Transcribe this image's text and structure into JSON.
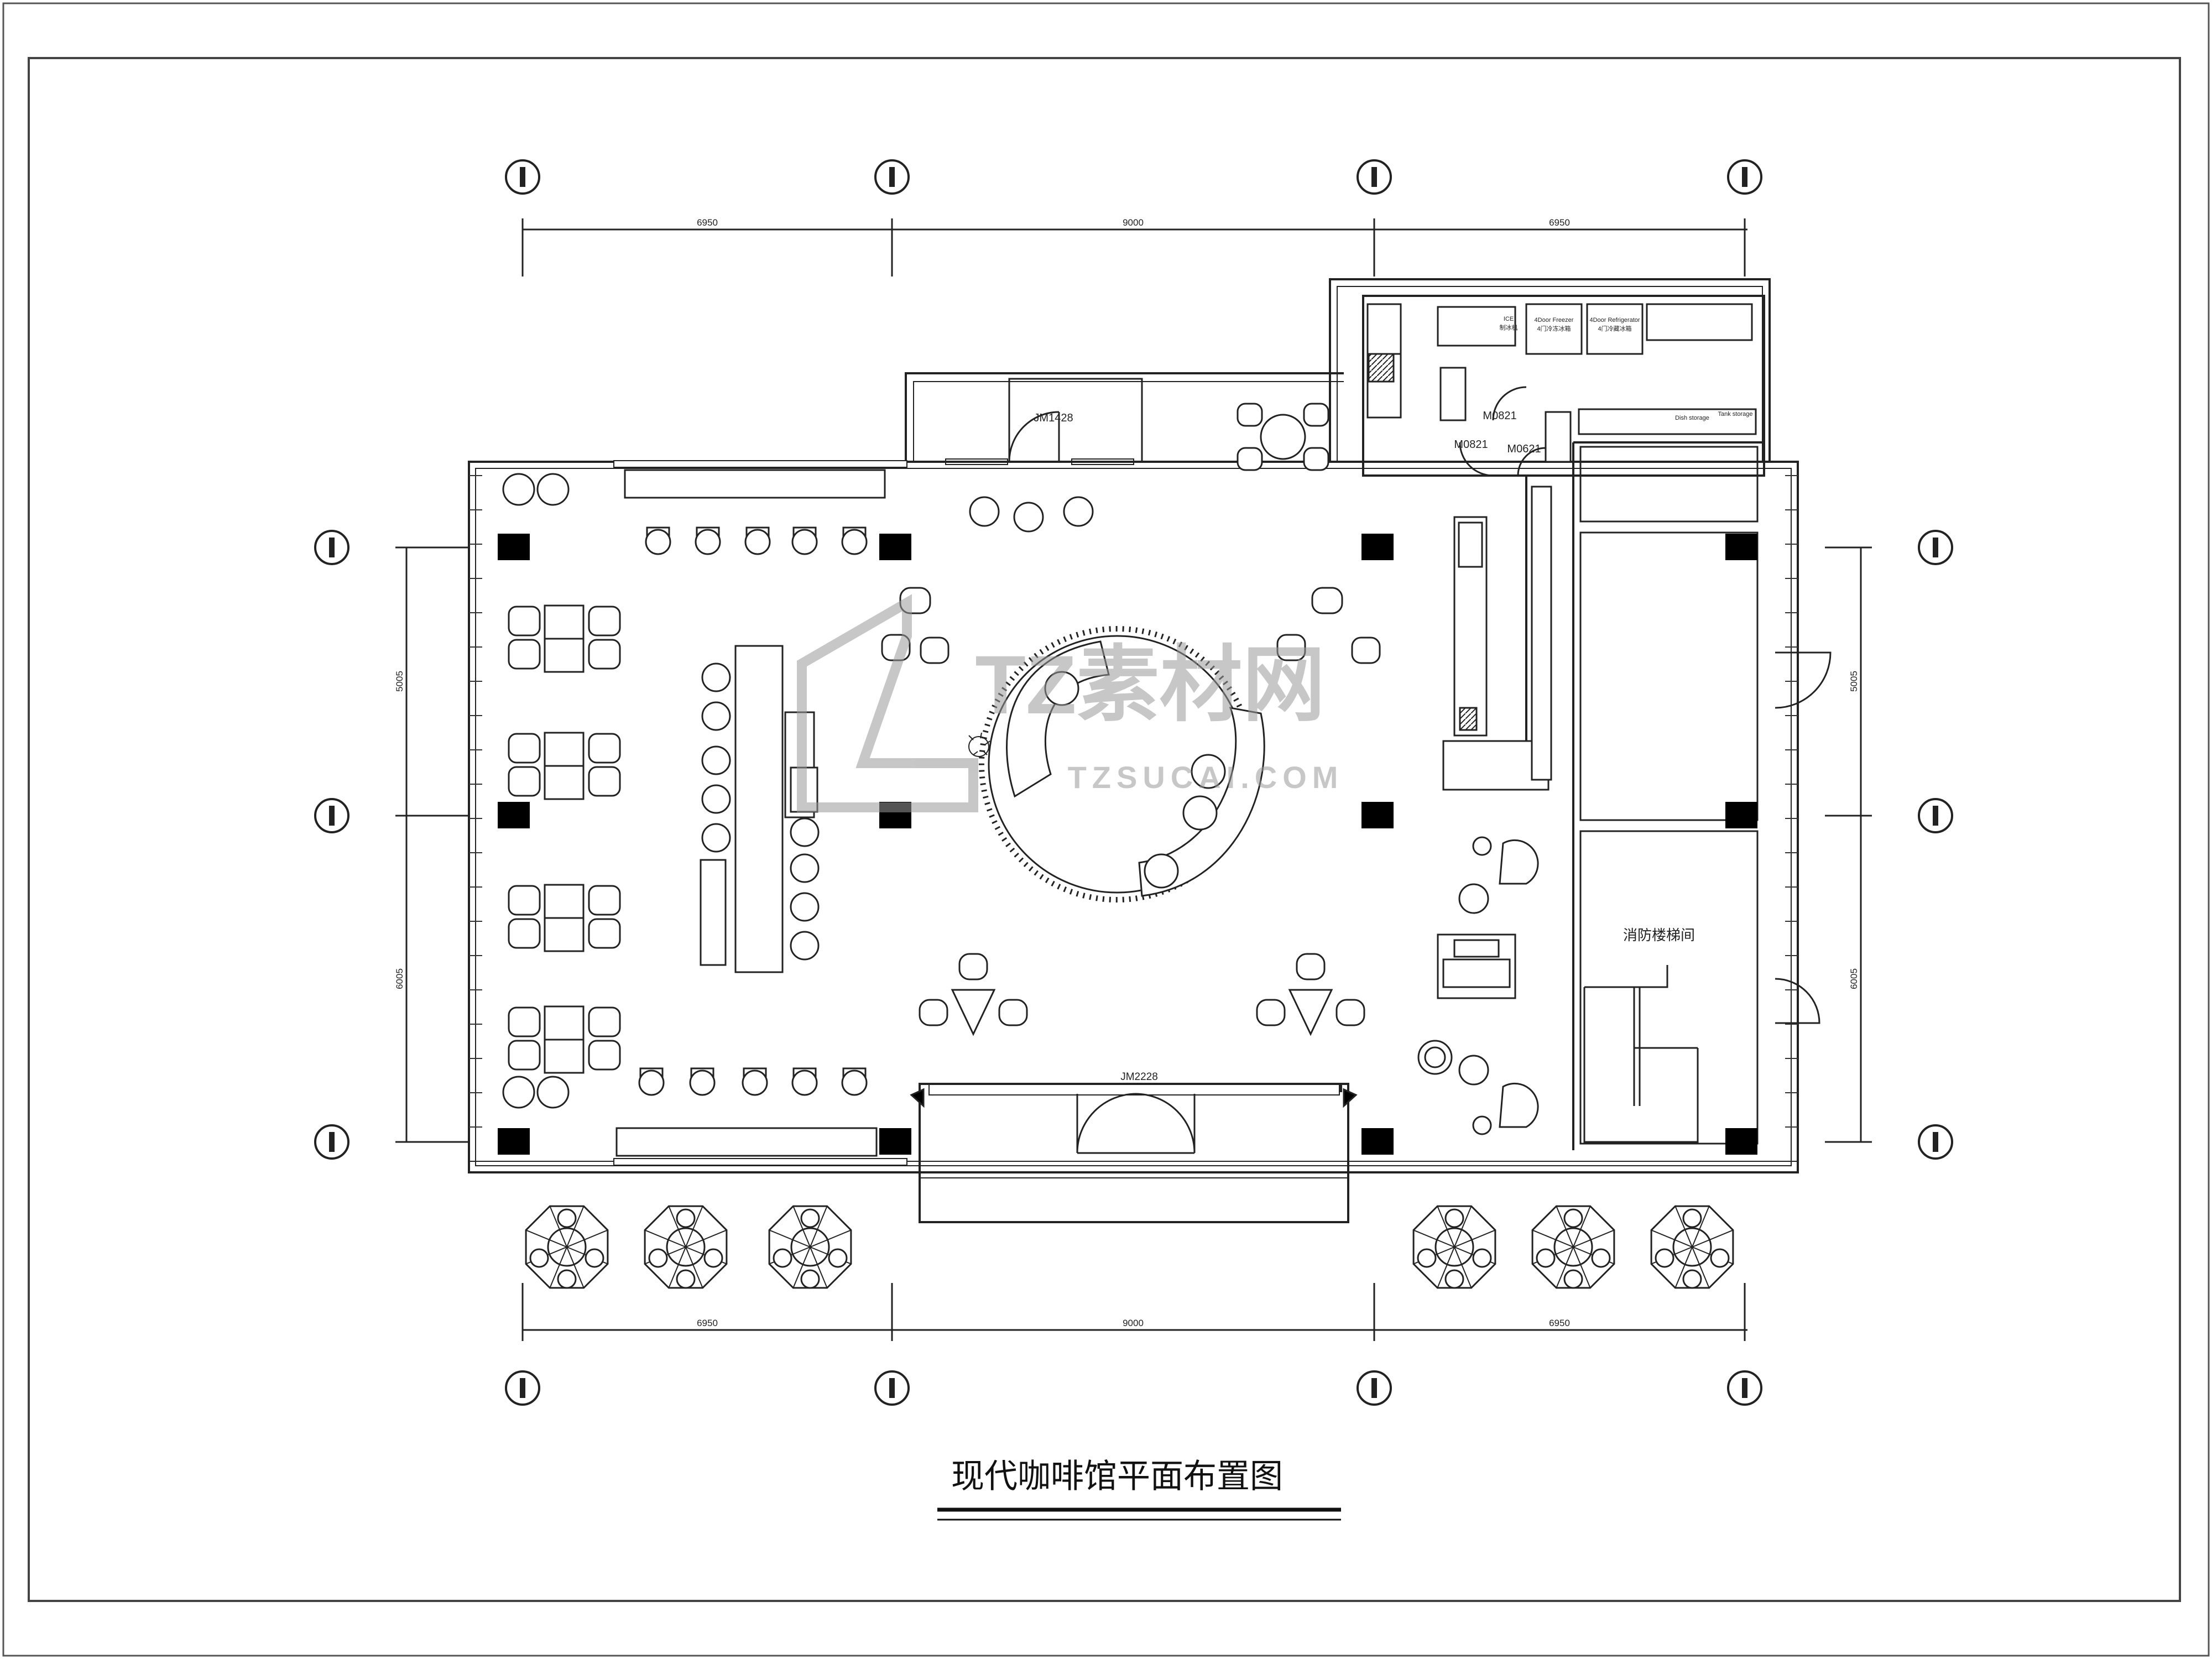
{
  "drawing": {
    "title": "现代咖啡馆平面布置图",
    "watermark": {
      "brand": "TZ素材网",
      "url": "TZSUCAI.COM"
    }
  },
  "dimensions": {
    "top": [
      "6950",
      "9000",
      "6950"
    ],
    "bottom": [
      "6950",
      "9000",
      "6950"
    ],
    "left": [
      "5005",
      "6005"
    ],
    "right": [
      "5005",
      "6005"
    ]
  },
  "doors": {
    "entrance": "JM2228",
    "rear": "JM1428",
    "kitchen_1": "M0821",
    "kitchen_2": "M0821",
    "kitchen_3": "M0621"
  },
  "rooms": {
    "stair": "消防楼梯间"
  },
  "kitchen": {
    "ice_label": "ICE",
    "ice_sub": "制冰机",
    "freezer_label": "4Door Freezer",
    "freezer_sub": "4门冷冻冰箱",
    "fridge_label": "4Door Refrigerator",
    "fridge_sub": "4门冷藏冰箱",
    "dish_storage": "Dish storage",
    "tank_storage": "Tank storage"
  },
  "colors": {
    "line": "#222222",
    "column": "#000000",
    "watermark": "#9a9a9a"
  }
}
